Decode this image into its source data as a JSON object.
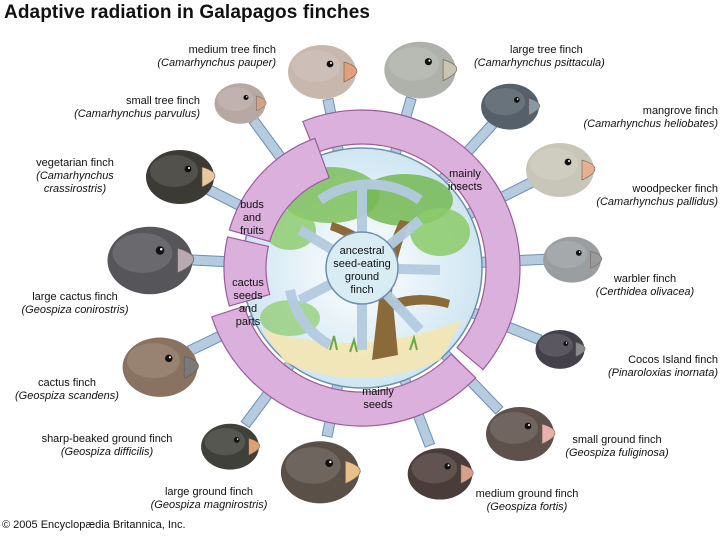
{
  "title": "Adaptive radiation in Galapagos finches",
  "copyright": "© 2005 Encyclopædia Britannica, Inc.",
  "center": {
    "line1": "ancestral",
    "line2": "seed-eating",
    "line3": "ground",
    "line4": "finch"
  },
  "sectors": {
    "insects": {
      "line1": "mainly",
      "line2": "insects"
    },
    "buds": {
      "line1": "buds",
      "line2": "and",
      "line3": "fruits"
    },
    "cactus": {
      "line1": "cactus",
      "line2": "seeds",
      "line3": "and",
      "line4": "parts"
    },
    "seeds": {
      "line1": "mainly",
      "line2": "seeds"
    }
  },
  "finches": [
    {
      "name": "medium tree finch",
      "sci": "(Camarhynchus pauper)"
    },
    {
      "name": "large tree finch",
      "sci": "(Camarhynchus psittacula)"
    },
    {
      "name": "small tree finch",
      "sci": "(Camarhynchus parvulus)"
    },
    {
      "name": "mangrove finch",
      "sci": "(Camarhynchus heliobates)"
    },
    {
      "name": "vegetarian finch",
      "sci1": "(Camarhynchus",
      "sci2": "crassirostris)"
    },
    {
      "name": "woodpecker finch",
      "sci": "(Camarhynchus pallidus)"
    },
    {
      "name": "large cactus finch",
      "sci": "(Geospiza conirostris)"
    },
    {
      "name": "warbler finch",
      "sci": "(Certhidea olivacea)"
    },
    {
      "name": "cactus finch",
      "sci": "(Geospiza scandens)"
    },
    {
      "name": "Cocos Island finch",
      "sci": "(Pinaroloxias inornata)"
    },
    {
      "name": "sharp-beaked ground finch",
      "sci": "(Geospiza difficilis)"
    },
    {
      "name": "small ground finch",
      "sci": "(Geospiza fuliginosa)"
    },
    {
      "name": "large ground finch",
      "sci": "(Geospiza magnirostris)"
    },
    {
      "name": "medium ground finch",
      "sci": "(Geospiza fortis)"
    }
  ],
  "colors": {
    "ring": "#dcb0dc",
    "ring_stroke": "#9a5c9a",
    "spoke": "#b4cbe0",
    "spoke_stroke": "#6e8fb0",
    "sky": "#e2f0f8",
    "tree": "#8a6a38",
    "foliage": "#7cc05a"
  }
}
